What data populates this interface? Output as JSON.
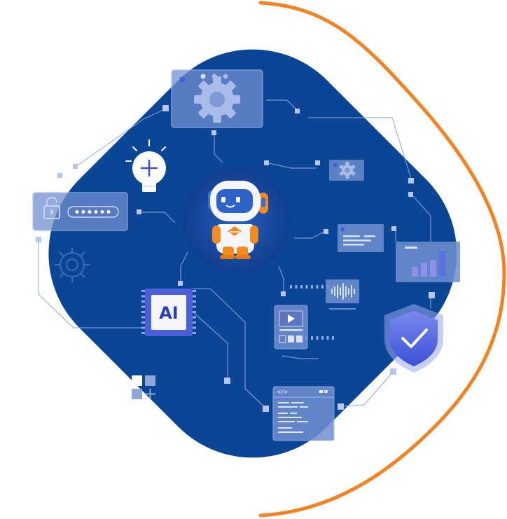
{
  "colors": {
    "background": "#ffffff",
    "diamond": "#0b4696",
    "accent_arc": "#f5821f",
    "panel": "#6f8fd0",
    "line": "#8fa6d8",
    "robot_orange": "#f58a1f",
    "shield": "#5b6fe0"
  },
  "icons": [
    "settings-window-icon",
    "lightbulb-plus-icon",
    "password-field-icon",
    "robot-mascot-icon",
    "ai-chip-icon",
    "video-player-icon",
    "audio-wave-icon",
    "bar-chart-card-icon",
    "security-shield-check-icon",
    "code-editor-window-icon",
    "text-lines-card-icon",
    "small-gear-card-icon",
    "grid-plus-icon",
    "outline-gear-icon"
  ],
  "chip": {
    "label": "AI"
  },
  "code_window": {
    "tag": "</>"
  },
  "bar_chart": {
    "values": [
      0.35,
      0.5,
      0.6,
      0.9
    ]
  }
}
